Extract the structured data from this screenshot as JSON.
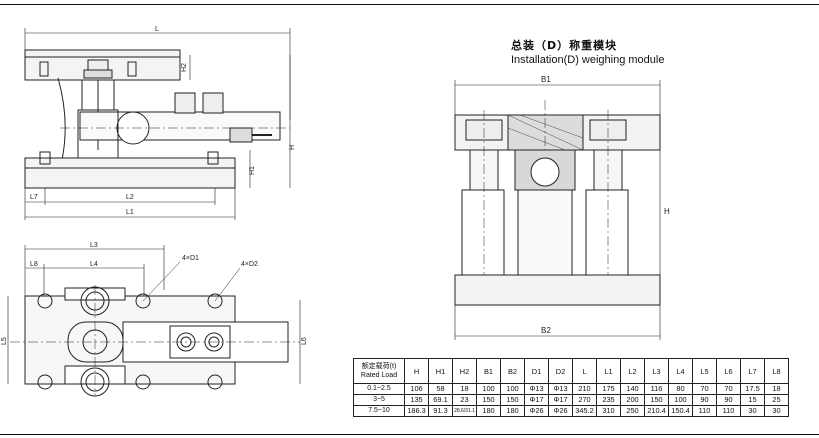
{
  "title": {
    "cn": "总装（D）称重模块",
    "en": "Installation(D) weighing module"
  },
  "labels": {
    "front_view": [
      "L",
      "H2",
      "H",
      "H1",
      "L7",
      "L2",
      "L1"
    ],
    "top_view": [
      "L3",
      "L8",
      "L4",
      "4×D1",
      "4×D2",
      "L5",
      "L6"
    ],
    "side_view": [
      "B1",
      "H",
      "B2"
    ]
  },
  "table": {
    "header_label": [
      "额定载荷(t)",
      "Rated Load"
    ],
    "columns": [
      "H",
      "H1",
      "H2",
      "B1",
      "B2",
      "D1",
      "D2",
      "L",
      "L1",
      "L2",
      "L3",
      "L4",
      "L5",
      "L6",
      "L7",
      "L8"
    ],
    "rows": [
      {
        "load": "0.1~2.5",
        "values": [
          "106",
          "58",
          "18",
          "100",
          "100",
          "Φ13",
          "Φ13",
          "210",
          "175",
          "140",
          "116",
          "80",
          "70",
          "70",
          "17.5",
          "18"
        ]
      },
      {
        "load": "3~5",
        "values": [
          "135",
          "69.1",
          "23",
          "150",
          "150",
          "Φ17",
          "Φ17",
          "270",
          "235",
          "200",
          "150",
          "100",
          "90",
          "90",
          "15",
          "25"
        ]
      },
      {
        "load": "7.5~10",
        "values": [
          "186.3",
          "91.3",
          "28.6/31.1",
          "180",
          "180",
          "Φ26",
          "Φ26",
          "345.2",
          "310",
          "250",
          "210.4",
          "150.4",
          "110",
          "110",
          "30",
          "30"
        ]
      }
    ]
  }
}
